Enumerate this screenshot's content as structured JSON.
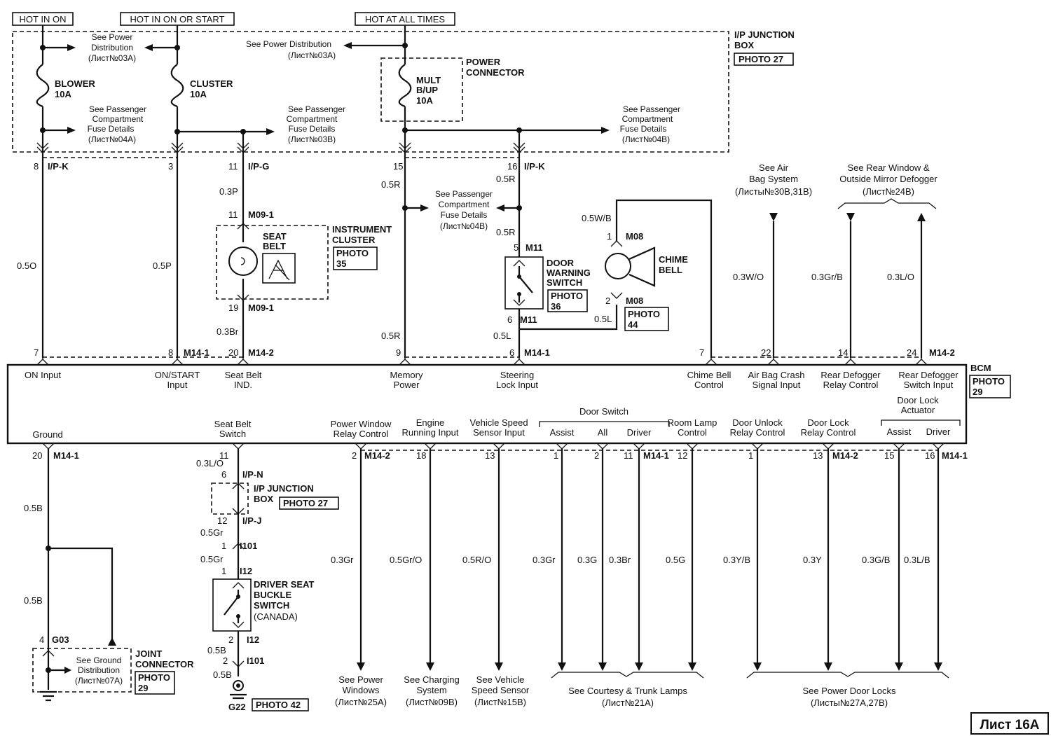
{
  "sheet": "Лист 16A",
  "power": {
    "hot_in_on": "HOT IN ON",
    "hot_in_on_start": "HOT IN ON OR START",
    "hot_at_all_times": "HOT AT ALL TIMES"
  },
  "junction_box": {
    "title1": "I/P JUNCTION",
    "title2": "BOX",
    "photo": "PHOTO 27"
  },
  "refs": {
    "power_dist_1": "See Power",
    "power_dist_2": "Distribution",
    "power_dist_3": "(Лист№03A)",
    "power_dist_b": "See Power Distribution",
    "power_dist_b2": "(Лист№03A)",
    "pass_a1": "See Passenger",
    "pass_a2": "Compartment",
    "pass_a3": "Fuse Details",
    "pass_a4": "(Лист№04A)",
    "pass_b4": "(Лист№03B)",
    "pass_c4": "(Лист№04B)",
    "pass_d4": "(Лист№04B)",
    "airbag1": "See Air",
    "airbag2": "Bag System",
    "airbag3": "(Листы№30B,31B)",
    "rear1": "See Rear Window &",
    "rear2": "Outside Mirror Defogger",
    "rear3": "(Лист№24B)"
  },
  "fuses": {
    "blower": "BLOWER",
    "blower_a": "10A",
    "cluster": "CLUSTER",
    "cluster_a": "10A",
    "mult": "MULT",
    "mult2": "B/UP",
    "mult_a": "10A",
    "power_connector1": "POWER",
    "power_connector2": "CONNECTOR"
  },
  "upper_pins": {
    "p8": "8",
    "ipk": "I/P-K",
    "p3": "3",
    "p11": "11",
    "ipg": "I/P-G",
    "p15": "15",
    "p16": "16",
    "ipk2": "I/P-K",
    "w1": "0.3P",
    "w2": "0.5R",
    "w3": "0.5R",
    "m11a": "11",
    "m09": "M09-1",
    "m19": "19",
    "m09b": "M09-1",
    "w_br": "0.3Br",
    "w_o": "0.5O",
    "w_p": "0.5P",
    "w_r2": "0.5R",
    "w_r3": "0.5R",
    "m5": "5",
    "m11": "M11",
    "m6": "6",
    "m11b": "M11",
    "w_l1": "0.5L",
    "w_l2": "0.5L",
    "m1": "1",
    "m08": "M08",
    "m2": "2",
    "m08b": "M08",
    "w_wb": "0.5W/B",
    "w_wo": "0.3W/O",
    "w_grb": "0.3Gr/B",
    "w_lo": "0.3L/O"
  },
  "cluster": {
    "title1": "INSTRUMENT",
    "title2": "CLUSTER",
    "photo1": "PHOTO",
    "photo2": "35",
    "seat1": "SEAT",
    "seat2": "BELT"
  },
  "door_switch": {
    "t1": "DOOR",
    "t2": "WARNING",
    "t3": "SWITCH",
    "photo1": "PHOTO",
    "photo2": "36"
  },
  "chime": {
    "t1": "CHIME",
    "t2": "BELL",
    "photo1": "PHOTO",
    "photo2": "44"
  },
  "bcm_top_pins": {
    "p7": "7",
    "p8": "8",
    "m141": "M14-1",
    "p20": "20",
    "m142": "M14-2",
    "p9": "9",
    "p6": "6",
    "m141b": "M14-1",
    "p7b": "7",
    "p22": "22",
    "p14": "14",
    "p24": "24",
    "m142b": "M14-2"
  },
  "bcm": {
    "title": "BCM",
    "photo1": "PHOTO",
    "photo2": "29",
    "on_input": "ON Input",
    "on_start1": "ON/START",
    "on_start2": "Input",
    "seat_belt1": "Seat Belt",
    "seat_belt2": "IND.",
    "memory1": "Memory",
    "memory2": "Power",
    "steering1": "Steering",
    "steering2": "Lock Input",
    "chime1": "Chime Bell",
    "chime2": "Control",
    "airbag1": "Air Bag Crash",
    "airbag2": "Signal Input",
    "rear_relay1": "Rear Defogger",
    "rear_relay2": "Relay Control",
    "rear_sw1": "Rear Defogger",
    "rear_sw2": "Switch Input",
    "ground": "Ground",
    "sb_switch1": "Seat Belt",
    "sb_switch2": "Switch",
    "pw1": "Power Window",
    "pw2": "Relay Control",
    "eng1": "Engine",
    "eng2": "Running Input",
    "vss1": "Vehicle Speed",
    "vss2": "Sensor Input",
    "door_switch": "Door Switch",
    "assist": "Assist",
    "all": "All",
    "driver": "Driver",
    "room1": "Room Lamp",
    "room2": "Control",
    "unlock1": "Door Unlock",
    "unlock2": "Relay Control",
    "lock1": "Door Lock",
    "lock2": "Relay Control",
    "actuator1": "Door Lock",
    "actuator2": "Actuator",
    "assist2": "Assist",
    "driver2": "Driver"
  },
  "bcm_bottom_pins": {
    "p20": "20",
    "m141": "M14-1",
    "p11": "11",
    "p2": "2",
    "m142": "M14-2",
    "p18": "18",
    "p13": "13",
    "p1": "1",
    "p2b": "2",
    "p11b": "11",
    "m141b": "M14-1",
    "p12": "12",
    "p1b": "1",
    "p13b": "13",
    "m142b": "M14-2",
    "p15": "15",
    "p16": "16",
    "m141c": "M14-1"
  },
  "lower": {
    "w_b1": "0.5B",
    "w_b2": "0.5B",
    "g4": "4",
    "g03": "G03",
    "joint1": "JOINT",
    "joint2": "CONNECTOR",
    "gnd1": "See Ground",
    "gnd2": "Distribution",
    "gnd3": "(Лист№07A)",
    "photo29a": "PHOTO",
    "photo29b": "29",
    "w_lo": "0.3L/O",
    "p6": "6",
    "ipn": "I/P-N",
    "jb1": "I/P JUNCTION",
    "jb2": "BOX",
    "jb_photo": "PHOTO 27",
    "p12": "12",
    "ipj": "I/P-J",
    "w_gr1": "0.5Gr",
    "p1": "1",
    "i101": "I101",
    "w_gr2": "0.5Gr",
    "p1b": "1",
    "i12": "I12",
    "buckle1": "DRIVER SEAT",
    "buckle2": "BUCKLE",
    "buckle3": "SWITCH",
    "buckle4": "(CANADA)",
    "p2": "2",
    "i12b": "I12",
    "w_b3": "0.5B",
    "p2b": "2",
    "i101b": "I101",
    "w_b4": "0.5B",
    "g22": "G22",
    "photo42": "PHOTO 42",
    "w_gr3": "0.3Gr",
    "w_gro": "0.5Gr/O",
    "w_ro": "0.5R/O",
    "w_gr4": "0.3Gr",
    "w_g": "0.3G",
    "w_br": "0.3Br",
    "w_g5": "0.5G",
    "w_yb": "0.3Y/B",
    "w_y": "0.3Y",
    "w_gb": "0.3G/B",
    "w_lb": "0.3L/B",
    "pw1": "See Power",
    "pw2": "Windows",
    "pw3": "(Лист№25A)",
    "ch1": "See Charging",
    "ch2": "System",
    "ch3": "(Лист№09B)",
    "vs1": "See Vehicle",
    "vs2": "Speed Sensor",
    "vs3": "(Лист№15B)",
    "ct1": "See Courtesy & Trunk Lamps",
    "ct2": "(Лист№21A)",
    "pdl1": "See Power Door Locks",
    "pdl2": "(Листы№27A,27B)"
  }
}
